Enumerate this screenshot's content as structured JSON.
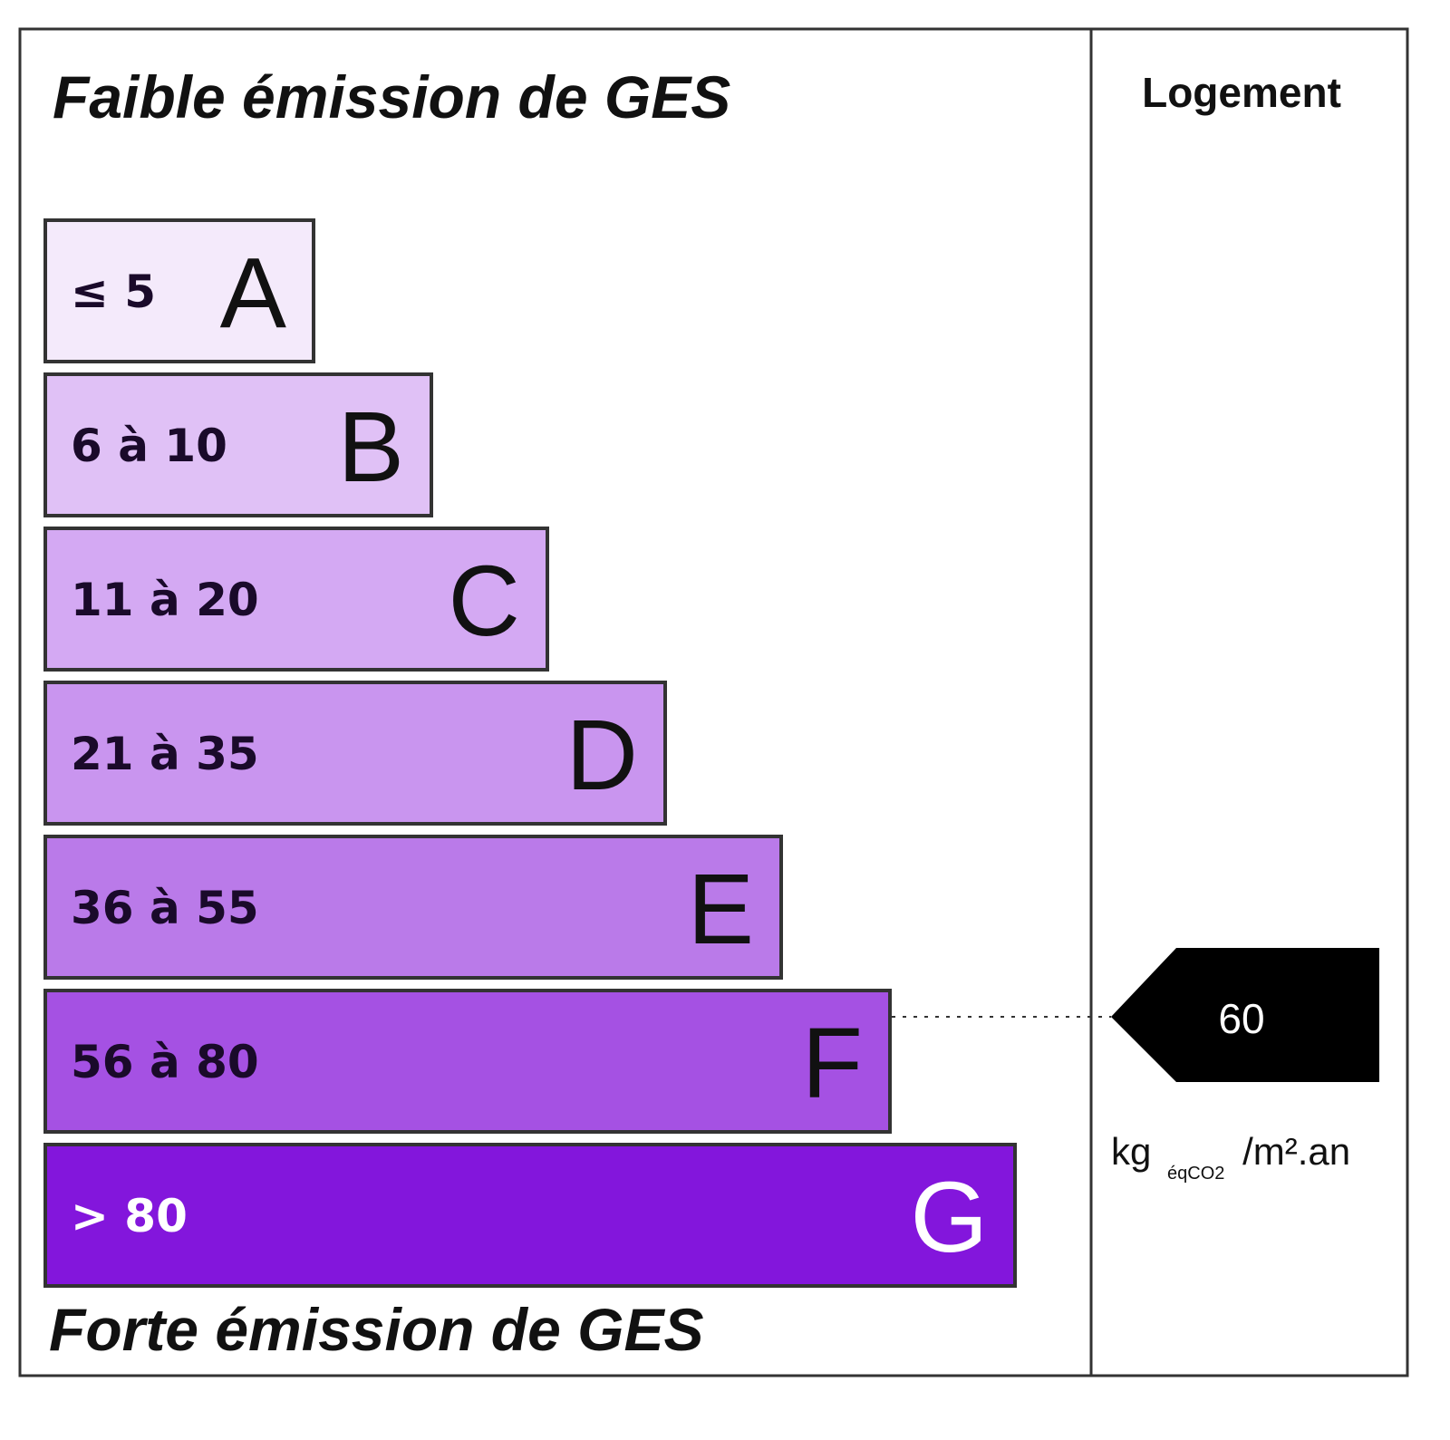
{
  "chart_data": {
    "type": "bar",
    "title_top": "Faible émission de GES",
    "title_bottom": "Forte émission de GES",
    "column_header": "Logement",
    "categories": [
      "A",
      "B",
      "C",
      "D",
      "E",
      "F",
      "G"
    ],
    "ranges": [
      "≤ 5",
      "6 à 10",
      "11 à 20",
      "21 à 35",
      "36 à 55",
      "56 à 80",
      "> 80"
    ],
    "colors": [
      "#f4eafb",
      "#e0c1f6",
      "#d4a9f3",
      "#c995ef",
      "#ba7ae9",
      "#a551e3",
      "#8316dc"
    ],
    "value": 60,
    "value_label": "60",
    "value_class": "F",
    "unit": {
      "main": "kg",
      "sub": "éqCO2",
      "suffix": "/m².an"
    }
  }
}
